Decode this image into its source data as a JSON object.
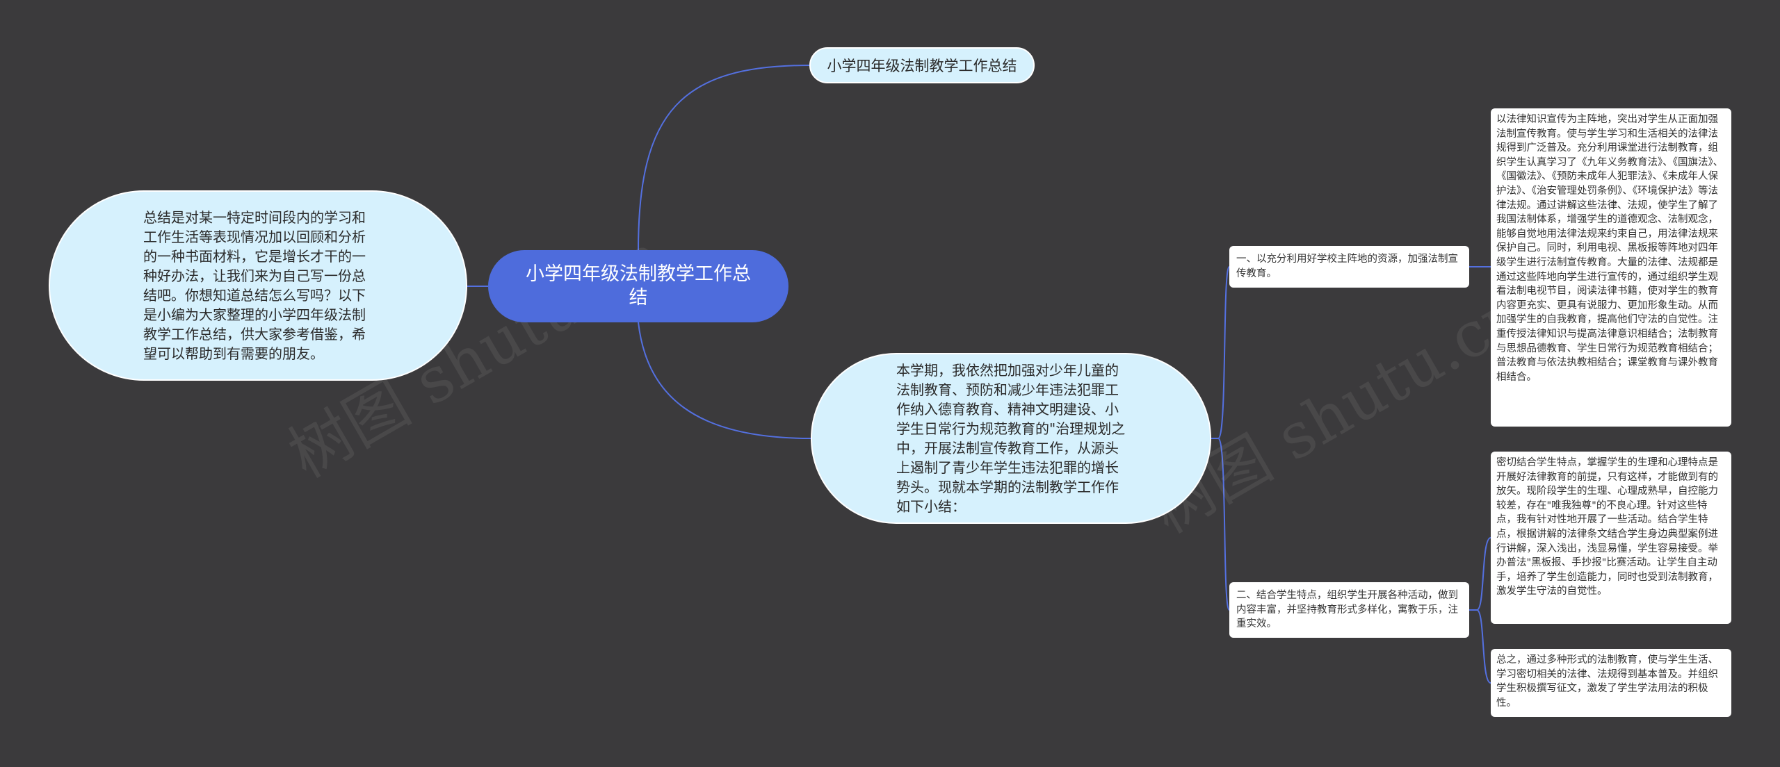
{
  "root": {
    "label": "小学四年级法制教学工作总结"
  },
  "top_node": {
    "label": "小学四年级法制教学工作总结"
  },
  "left_node": {
    "text": "总结是对某一特定时间段内的学习和工作生活等表现情况加以回顾和分析的一种书面材料，它是增长才干的一种好办法，让我们来为自己写一份总结吧。你想知道总结怎么写吗？以下是小编为大家整理的小学四年级法制教学工作总结，供大家参考借鉴，希望可以帮助到有需要的朋友。"
  },
  "mid_node": {
    "text": "本学期，我依然把加强对少年儿童的法制教育、预防和减少年违法犯罪工作纳入德育教育、精神文明建设、小学生日常行为规范教育的\"治理规划之中，开展法制宣传教育工作，从源头上遏制了青少年学生违法犯罪的增长势头。现就本学期的法制教学工作作如下小结："
  },
  "branch1": {
    "text": "一、以充分利用好学校主阵地的资源，加强法制宣传教育。"
  },
  "branch2": {
    "text": "二、结合学生特点，组织学生开展各种活动，做到内容丰富，并坚持教育形式多样化，寓教于乐，注重实效。"
  },
  "leaf1": {
    "text": "以法律知识宣传为主阵地，突出对学生从正面加强法制宣传教育。使与学生学习和生活相关的法律法规得到广泛普及。充分利用课堂进行法制教育，组织学生认真学习了《九年义务教育法》、《国旗法》、《国徽法》、《预防未成年人犯罪法》、《未成年人保护法》、《治安管理处罚条例》、《环境保护法》等法律法规。通过讲解这些法律、法规，使学生了解了我国法制体系，增强学生的道德观念、法制观念，能够自觉地用法律法规来约束自己，用法律法规来保护自己。同时，利用电视、黑板报等阵地对四年级学生进行法制宣传教育。大量的法律、法规都是通过这些阵地向学生进行宣传的，通过组织学生观看法制电视节目，阅读法律书籍，使对学生的教育内容更充实、更具有说服力、更加形象生动。从而加强学生的自我教育，提高他们守法的自觉性。注重传授法律知识与提高法律意识相结合；法制教育与思想品德教育、学生日常行为规范教育相结合；普法教育与依法执教相结合；课堂教育与课外教育相结合。"
  },
  "leaf2": {
    "text": "密切结合学生特点，掌握学生的生理和心理特点是开展好法律教育的前提，只有这样，才能做到有的放矢。现阶段学生的生理、心理成熟早，自控能力较差，存在\"唯我独尊\"的不良心理。针对这些特点，我有针对性地开展了一些活动。结合学生特点，根据讲解的法律条文结合学生身边典型案例进行讲解，深入浅出，浅显易懂，学生容易接受。举办普法\"黑板报、手抄报\"比赛活动。让学生自主动手，培养了学生创造能力，同时也受到法制教育，激发学生守法的自觉性。"
  },
  "leaf3": {
    "text": "总之，通过多种形式的法制教育，使与学生生活、学习密切相关的法律、法规得到基本普及。并组织学生积极撰写征文，激发了学生学法用法的积极性。"
  },
  "watermark": {
    "text": "树图 shutu.cn"
  },
  "colors": {
    "background": "#3b3a3c",
    "root": "#4e6cdc",
    "node": "#d6f1fd",
    "edge": "#4e6cdc"
  }
}
